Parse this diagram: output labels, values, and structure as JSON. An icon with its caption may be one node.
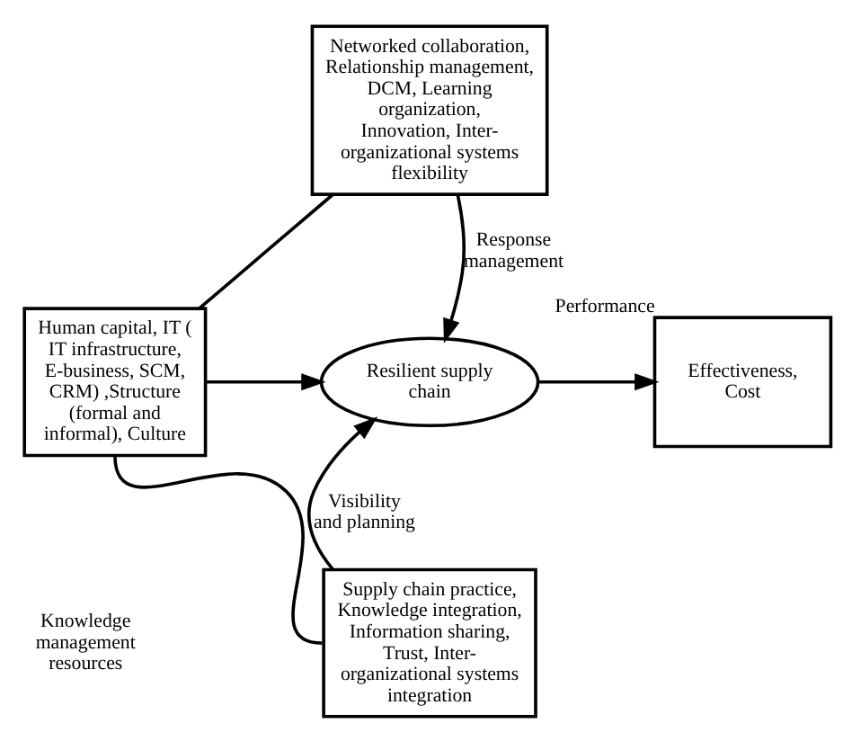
{
  "diagram": {
    "nodes": [
      {
        "text": [
          "Networked collaboration, Relationship management, DCM, Learning organization, Innovation, Inter-organizational systems flexibility"
        ]
      },
      {
        "text": [
          "Human capital, IT ( IT infrastructure, E-business, SCM, CRM) ,Structure (formal and informal), Culture"
        ]
      },
      {
        "text": [
          "Resilient supply chain"
        ]
      },
      {
        "text": [
          "Effectiveness, Cost"
        ],
        "beside": [
          "Performance"
        ]
      },
      {
        "text": [
          "Supply chain practice, Knowledge integration, Information sharing, Trust, Inter-organizational systems integration"
        ]
      }
    ],
    "edges": [
      {
        "from": 1,
        "to": 0,
        "arrow": "none"
      },
      {
        "from": 0,
        "to": 2,
        "arrow": "to",
        "label": "Response management"
      },
      {
        "from": 1,
        "to": 2,
        "arrow": "to"
      },
      {
        "from": 2,
        "to": 3,
        "arrow": "to"
      },
      {
        "from": 1,
        "to": 4,
        "arrow": "none"
      },
      {
        "from": 4,
        "to": 2,
        "arrow": "to",
        "label": "Visibility and planning"
      }
    ],
    "labels": [
      "Knowledge management resources"
    ]
  }
}
